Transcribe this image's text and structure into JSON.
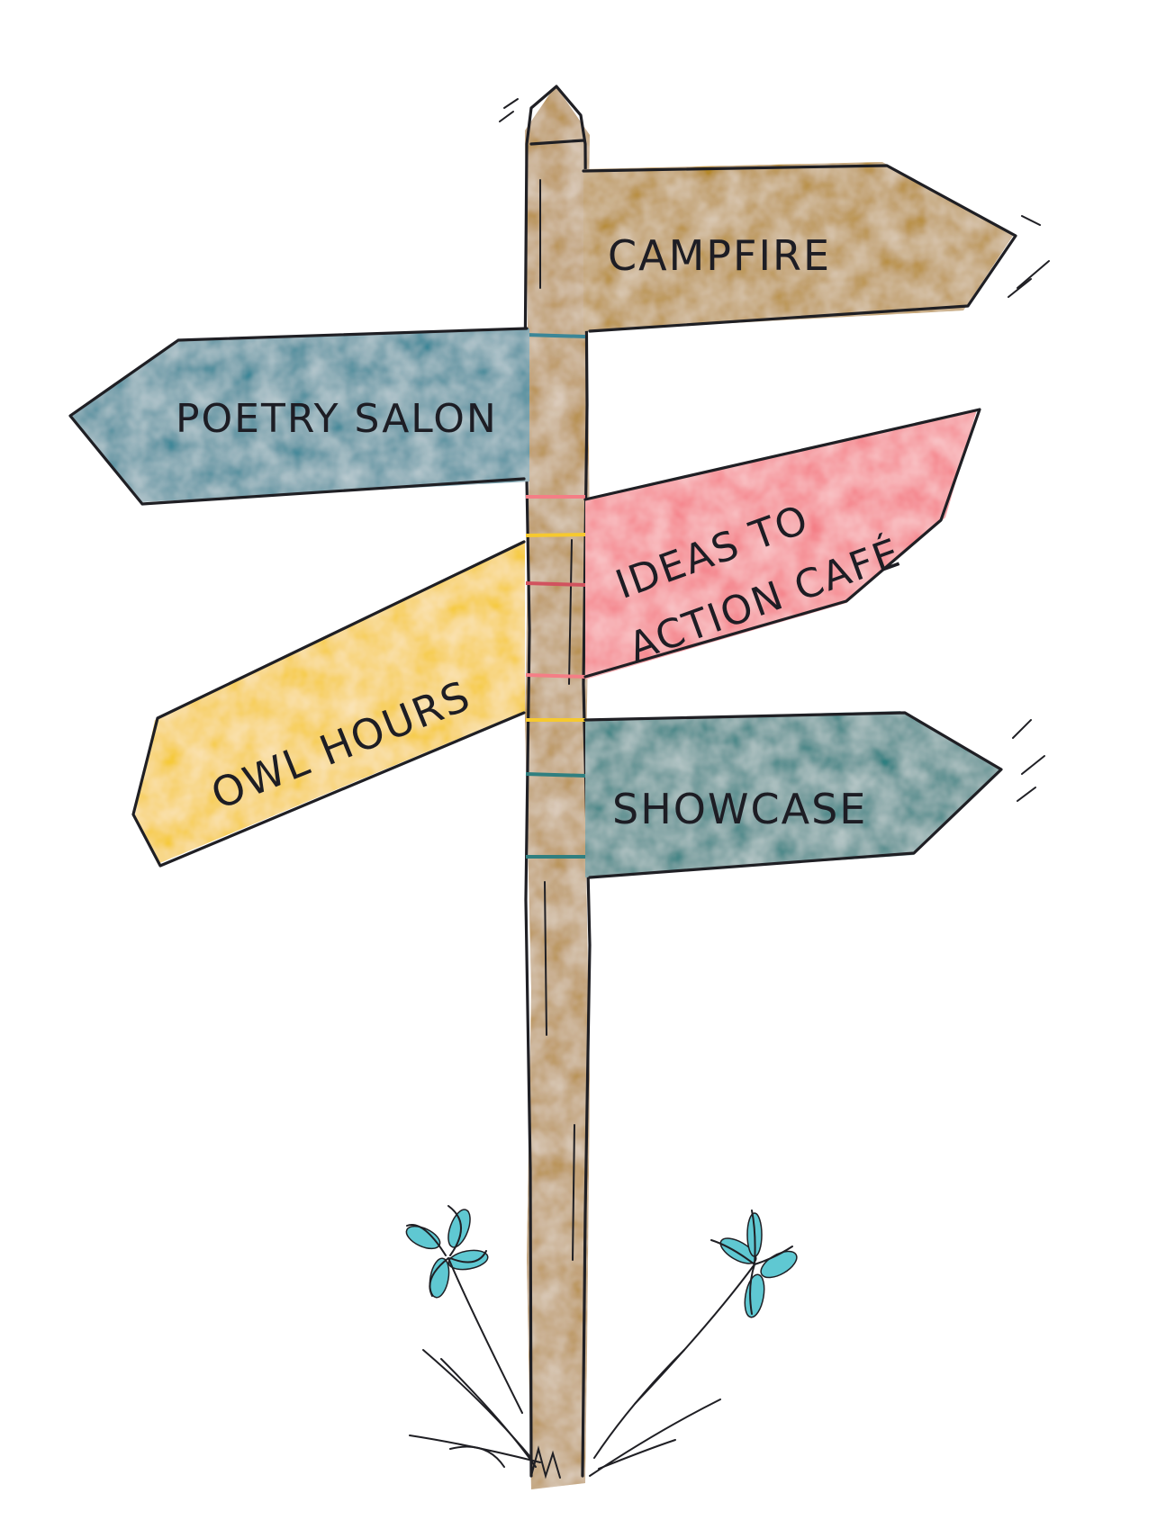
{
  "signs": {
    "campfire": {
      "label": "CAMPFIRE",
      "color": "#b5892a"
    },
    "poetry_salon": {
      "label": "POETRY SALON",
      "color": "#3b8697"
    },
    "ideas_to_action": {
      "label_line1": "IDEAS TO",
      "label_line2": "ACTION CAFÉ",
      "color": "#f47e86"
    },
    "owl_hours": {
      "label": "OWL HOURS",
      "color": "#f6c92e"
    },
    "showcase": {
      "label": "SHOWCASE",
      "color": "#2f7f80"
    }
  },
  "post": {
    "color": "#b08331"
  },
  "flowers": {
    "color": "#5fc8d2"
  }
}
